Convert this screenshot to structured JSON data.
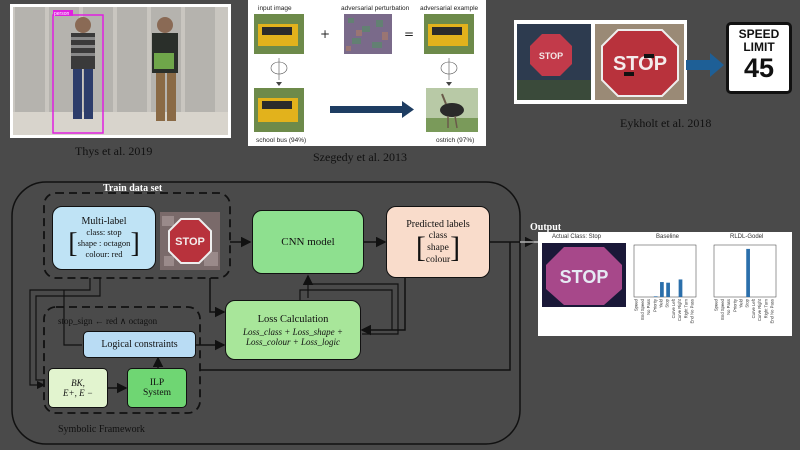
{
  "top": {
    "thys_caption": "Thys et al. 2019",
    "person_tag": "person",
    "szegedy_caption": "Szegedy et al. 2013",
    "szegedy_input_label": "input image",
    "szegedy_perturb_label": "adversarial perturbation",
    "szegedy_adv_label": "adversarial example",
    "szegedy_plus": "+",
    "szegedy_equals": "=",
    "szegedy_bottom_left": "school bus (94%)",
    "szegedy_bottom_right": "ostrich (97%)",
    "eykholt_caption": "Eykholt et al. 2018",
    "stop_word": "STOP",
    "speed_line1": "SPEED",
    "speed_line2": "LIMIT",
    "speed_value": "45"
  },
  "diagram": {
    "train_title": "Train data set",
    "multilabel_title": "Multi-label",
    "class_line": "class: stop",
    "shape_line": "shape : octagon",
    "colour_line": "colour: red",
    "cnn_label": "CNN model",
    "pred_title": "Predicted labels",
    "pred_items": [
      "class",
      "shape",
      "colour"
    ],
    "loss_title": "Loss Calculation",
    "loss_line1": "Loss_class + Loss_shape +",
    "loss_line2": "Loss_colour + Loss_logic",
    "stop_sign_rule": "stop_sign ← red ∧ octagon",
    "logical_constraints": "Logical constraints",
    "bk_line1": "BK,",
    "bk_line2": "E+, E −",
    "ilp_line1": "ILP",
    "ilp_line2": "System",
    "symbolic_title": "Symbolic Framework",
    "output_title": "Output"
  },
  "output_panel": {
    "actual_class": "Actual Class: Stop",
    "baseline_title": "Baseline",
    "rldl_title": "RLDL-Godel",
    "categories": [
      "Speed",
      "End Speed",
      "No Pass",
      "Priority",
      "Yield",
      "Stop",
      "Curve Left",
      "Curve Right",
      "Right Turn",
      "End No Pass"
    ]
  },
  "chart_data": [
    {
      "type": "bar",
      "title": "Baseline",
      "categories": [
        "Speed",
        "End Speed",
        "No Pass",
        "Priority",
        "Yield",
        "Stop",
        "Curve Left",
        "Curve Right",
        "Right Turn",
        "End No Pass"
      ],
      "values": [
        0.0,
        0.0,
        0.0,
        0.01,
        0.23,
        0.22,
        0.0,
        0.27,
        0.0,
        0.0
      ],
      "ylim": [
        0,
        0.8
      ]
    },
    {
      "type": "bar",
      "title": "RLDL-Godel",
      "categories": [
        "Speed",
        "End Speed",
        "No Pass",
        "Priority",
        "Yield",
        "Stop",
        "Curve Left",
        "Curve Right",
        "Right Turn",
        "End No Pass"
      ],
      "values": [
        0.0,
        0.0,
        0.0,
        0.0,
        0.0,
        0.74,
        0.0,
        0.0,
        0.0,
        0.0
      ],
      "ylim": [
        0,
        0.8
      ]
    }
  ]
}
